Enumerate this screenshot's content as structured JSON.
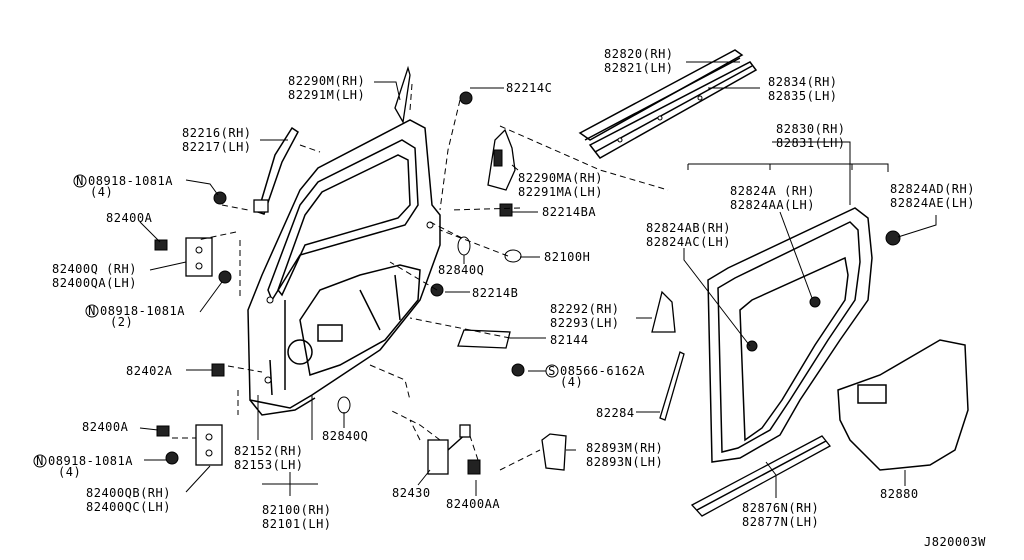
{
  "diagram_id": "J820003W",
  "labels": {
    "l82290M": "82290M(RH)",
    "l82291M": "82291M(LH)",
    "l82214C": "82214C",
    "l82820": "82820(RH)",
    "l82821": "82821(LH)",
    "l82834": "82834(RH)",
    "l82835": "82835(LH)",
    "l82216": "82216(RH)",
    "l82217": "82217(LH)",
    "l08918a": "08918-1081A",
    "l08918a_qty": "(4)",
    "l82400A_top": "82400A",
    "l82400Q": "82400Q (RH)",
    "l82400QA": "82400QA(LH)",
    "l08918b": "08918-1081A",
    "l08918b_qty": "(2)",
    "l82290MA": "82290MA(RH)",
    "l82291MA": "82291MA(LH)",
    "l82214BA": "82214BA",
    "l82840Q_mid": "82840Q",
    "l82100H": "82100H",
    "l82214B": "82214B",
    "l82830": "82830(RH)",
    "l82831": "82831(LH)",
    "l82824A": "82824A (RH)",
    "l82824AA": "82824AA(LH)",
    "l82824AD": "82824AD(RH)",
    "l82824AE": "82824AE(LH)",
    "l82824AB": "82824AB(RH)",
    "l82824AC": "82824AC(LH)",
    "l82292": "82292(RH)",
    "l82293": "82293(LH)",
    "l82144": "82144",
    "l08566": "08566-6162A",
    "l08566_qty": "(4)",
    "l82402A": "82402A",
    "l82284": "82284",
    "l82400A_bot": "82400A",
    "l82840Q_bot": "82840Q",
    "l82152": "82152(RH)",
    "l82153": "82153(LH)",
    "l08918c": "08918-1081A",
    "l08918c_qty": "(4)",
    "l82893M": "82893M(RH)",
    "l82893N": "82893N(LH)",
    "l82400QB": "82400QB(RH)",
    "l82400QC": "82400QC(LH)",
    "l82430": "82430",
    "l82400AA": "82400AA",
    "l82100": "82100(RH)",
    "l82101": "82101(LH)",
    "l82876N": "82876N(RH)",
    "l82877N": "82877N(LH)",
    "l82880": "82880"
  },
  "symbols": {
    "nut_mark": "N",
    "screw_mark": "S"
  }
}
